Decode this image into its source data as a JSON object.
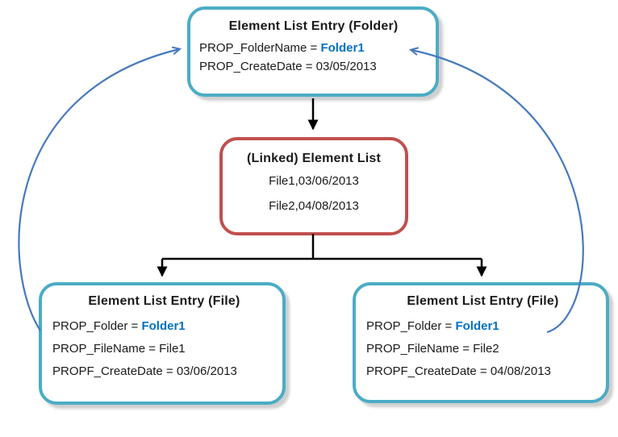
{
  "colors": {
    "teal_border": "#4BACC6",
    "red_border": "#C0504D",
    "blue_value": "#0070C0",
    "blue_link_arrow": "#4679BD",
    "black_arrow": "#000000",
    "shadow": "#CFCFCF"
  },
  "folder_box": {
    "title": "Element List Entry (Folder)",
    "folder_name_label": "PROP_FolderName = ",
    "folder_name_value": "Folder1",
    "create_date_line": "PROP_CreateDate = 03/05/2013"
  },
  "linked_list_box": {
    "title": "(Linked) Element List",
    "rows": [
      "File1,03/06/2013",
      "File2,04/08/2013"
    ]
  },
  "file_box_left": {
    "title": "Element List Entry (File)",
    "folder_label": "PROP_Folder = ",
    "folder_value": "Folder1",
    "file_name_line": "PROP_FileName = File1",
    "create_date_line": "PROPF_CreateDate = 03/06/2013"
  },
  "file_box_right": {
    "title": "Element List Entry (File)",
    "folder_label": "PROP_Folder = ",
    "folder_value": "Folder1",
    "file_name_line": "PROP_FileName = File2",
    "create_date_line": "PROPF_CreateDate = 04/08/2013"
  }
}
